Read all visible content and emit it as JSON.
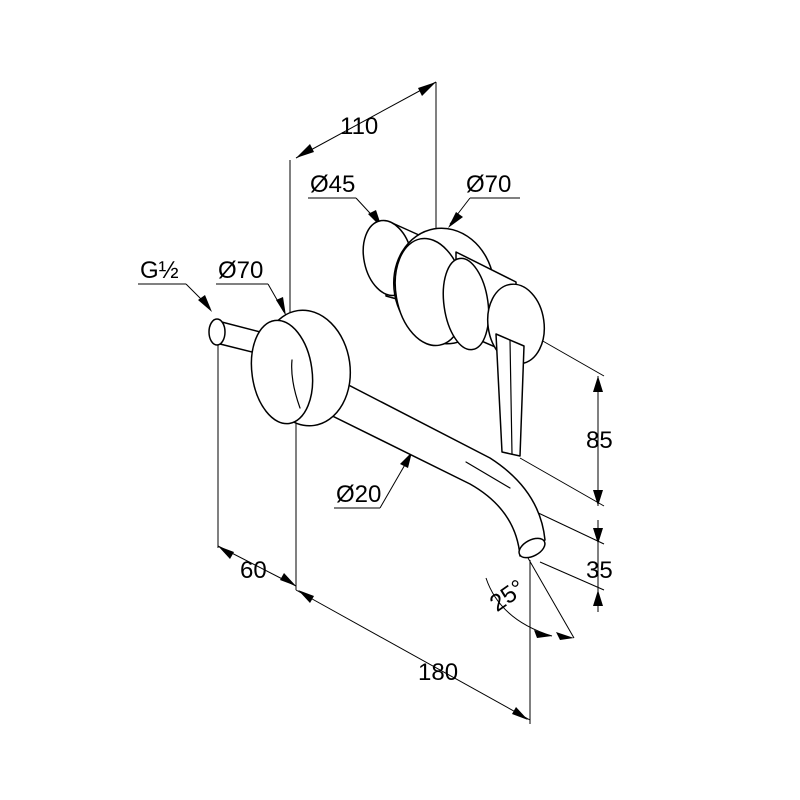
{
  "dimensions": {
    "depth_total": "110",
    "rosette_small": "Ø45",
    "rosette_large": "Ø70",
    "thread": "G½",
    "spout_rosette": "Ø70",
    "spout_diameter": "Ø20",
    "lever_height": "85",
    "spout_height": "35",
    "angle": "25°",
    "spout_offset": "60",
    "spout_length": "180"
  }
}
